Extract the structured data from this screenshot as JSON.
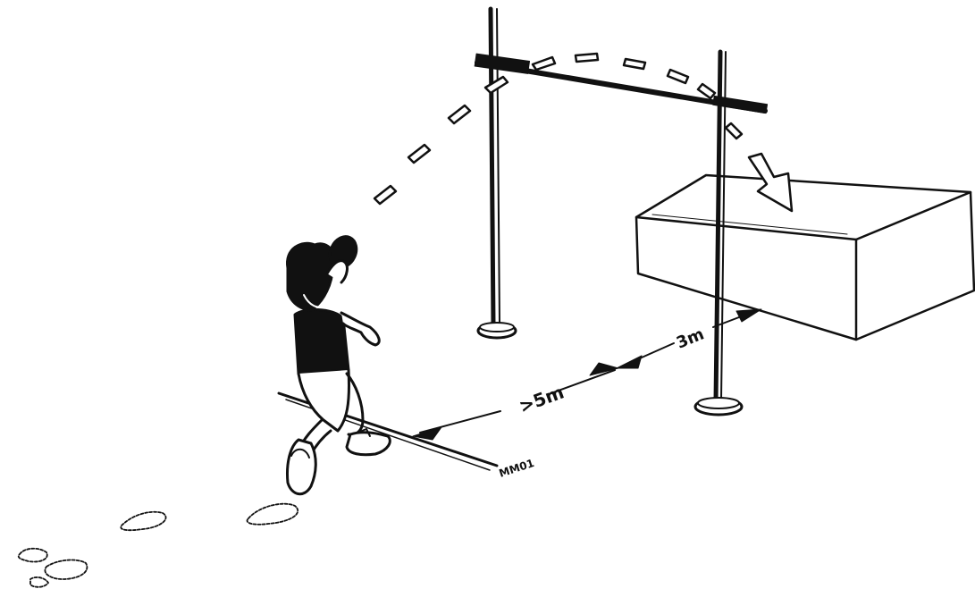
{
  "figure": {
    "distance_run_up": ">5m",
    "distance_bar": "3m",
    "artist_mark": "MM01"
  },
  "colors": {
    "ink": "#111111",
    "paper": "#ffffff"
  }
}
